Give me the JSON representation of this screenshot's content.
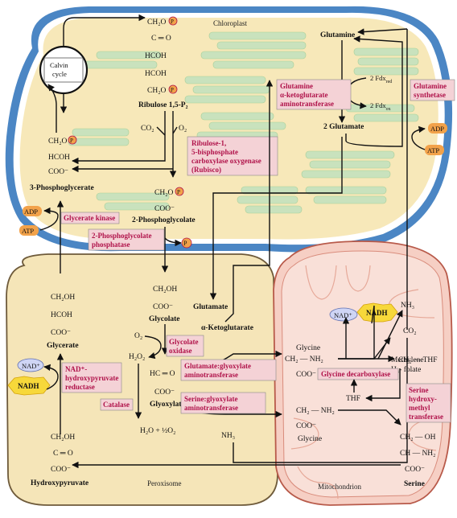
{
  "organelles": {
    "chloroplast": "Chloroplast",
    "peroxisome": "Peroxisome",
    "mitochondrion": "Mitochondrion"
  },
  "chloroplast": {
    "ch2op": "CH₂O",
    "c_eq_o": "C ═ O",
    "hcoh1": "HCOH",
    "hcoh2": "HCOH",
    "ch2op_bottom": "CH₂O",
    "rubp": "Ribulose 1,5-P₂",
    "calvin": "Calvin cycle",
    "co2": "CO₂",
    "o2": "O₂",
    "pg_ch2op": "CH₂O",
    "pg_hcoh": "HCOH",
    "pg_coo": "COO⁻",
    "pg": "3-Phosphoglycerate",
    "p2g_ch2op": "CH₂O",
    "p2g_coo": "COO⁻",
    "p2g": "2-Phosphoglycolate",
    "adp": "ADP",
    "atp": "ATP",
    "pi": "P",
    "glutamine": "Glutamine",
    "fdx_red": "2 Fdx",
    "fdx_red_sub": "red",
    "fdx_ox": "2 Fdx",
    "fdx_ox_sub": "ox",
    "two_glutamate": "2 Glutamate",
    "adp2": "ADP",
    "atp2": "ATP",
    "p_symbol": "P"
  },
  "enzymes": {
    "rubisco": [
      "Ribulose-1,",
      "5-bisphosphate",
      "carboxylase oxygenase",
      "(Rubisco)"
    ],
    "glycerate_kinase": [
      "Glycerate kinase"
    ],
    "phosphoglycolate": [
      "2-Phosphoglycolate",
      "phosphatase"
    ],
    "gogat": [
      "Glutamine",
      "α-ketoglutarate",
      "aminotransferase"
    ],
    "gs": [
      "Glutamine",
      "synthetase"
    ],
    "glycolate_oxidase": [
      "Glycolate",
      "oxidase"
    ],
    "glu_glyox": [
      "Glutamate:glyoxylate",
      "aminotransferase"
    ],
    "ser_glyox": [
      "Serine:glyoxylate",
      "aminotransferase"
    ],
    "catalase": [
      "Catalase"
    ],
    "hpr": [
      "NAD⁺-",
      "hydroxypyruvate",
      "reductase"
    ],
    "gdc": [
      "Glycine decarboxylase"
    ],
    "shmt": [
      "Serine",
      "hydroxy-",
      "methyl",
      "transferase"
    ]
  },
  "peroxisome": {
    "glycolate_ch2oh": "CH₂OH",
    "glycolate_coo": "COO⁻",
    "glycolate": "Glycolate",
    "glutamate": "Glutamate",
    "akg": "α-Ketoglutarate",
    "o2": "O₂",
    "h2o2": "H₂O₂",
    "hc_eq_o": "HC ═ O",
    "glyox_coo": "COO⁻",
    "glyoxylate": "Glyoxylate",
    "water": "H₂O + ½O₂",
    "nh3": "NH₃",
    "glycerate_ch2oh": "CH₂OH",
    "glycerate_hcoh": "HCOH",
    "glycerate_coo": "COO⁻",
    "glycerate": "Glycerate",
    "nad": "NAD⁺",
    "nadh": "NADH",
    "hp_ch2oh": "CH₂OH",
    "hp_c_eq_o": "C ═ O",
    "hp_coo": "COO⁻",
    "hydroxypyruvate": "Hydroxypyruvate"
  },
  "mitochondrion": {
    "nh3": "NH₃",
    "co2": "CO₂",
    "nad": "NAD⁺",
    "nadh": "NADH",
    "methylene": "Methylene",
    "h4folate": "H₄- folate",
    "glycine_label1": "Glycine",
    "gly_ch2": "CH₂ — NH₂",
    "gly_coo": "COO⁻",
    "ch2_thf": "CH₂ — THF",
    "thf": "THF",
    "gly2_ch2": "CH₂ — NH₂",
    "gly2_coo": "COO⁻",
    "glycine_label2": "Glycine",
    "ser_ch2oh": "CH₂ — OH",
    "ser_ch": "CH — NH₂",
    "ser_coo": "COO⁻",
    "serine": "Serine"
  },
  "colors": {
    "chloroplast_fill": "#f7e8b9",
    "membrane_blue": "#4b86c4",
    "thylakoid": "#c9e2bd",
    "peroxisome_fill": "#f5e5b8",
    "mito_fill": "#f6cfc4",
    "mito_inner": "#f9e0d8",
    "enzyme_bg": "#f4d2d6",
    "enzyme_text": "#b0124a",
    "orange_badge": "#f2a24a",
    "nadh_yellow": "#f7d83a",
    "nad_blue": "#cfd5f5"
  }
}
